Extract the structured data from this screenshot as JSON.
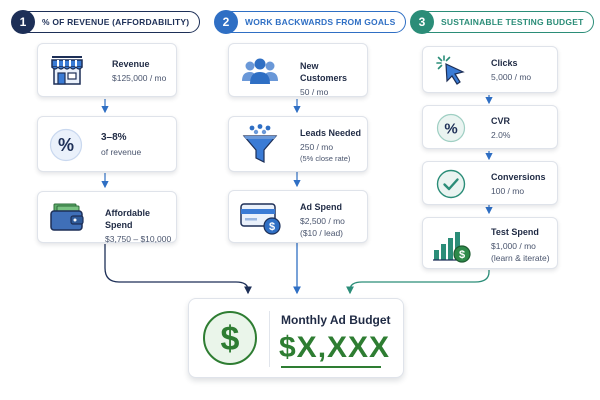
{
  "colors": {
    "navy": "#1d2f57",
    "blue": "#2f6fc4",
    "teal": "#2b8d78",
    "green": "#2e7d32"
  },
  "columns": [
    {
      "number": "1",
      "heading": "% OF REVENUE (AFFORDABILITY)",
      "cards": [
        {
          "icon": "storefront-icon",
          "title": "Revenue",
          "lines": [
            "$125,000 / mo"
          ]
        },
        {
          "icon": "percent-icon",
          "title": "3–8%",
          "lines": [
            "of revenue"
          ]
        },
        {
          "icon": "wallet-icon",
          "title": "Affordable Spend",
          "lines": [
            "$3,750 – $10,000"
          ]
        }
      ]
    },
    {
      "number": "2",
      "heading": "WORK BACKWARDS FROM GOALS",
      "cards": [
        {
          "icon": "people-icon",
          "title": "New Customers",
          "lines": [
            "50 / mo"
          ]
        },
        {
          "icon": "funnel-icon",
          "title": "Leads Needed",
          "lines": [
            "250 / mo",
            "(5% close rate)"
          ]
        },
        {
          "icon": "credit-card-icon",
          "title": "Ad Spend",
          "lines": [
            "$2,500 / mo",
            "($10 / lead)"
          ]
        }
      ]
    },
    {
      "number": "3",
      "heading": "SUSTAINABLE TESTING BUDGET",
      "cards": [
        {
          "icon": "cursor-click-icon",
          "title": "Clicks",
          "lines": [
            "5,000 / mo"
          ]
        },
        {
          "icon": "percent-icon",
          "title": "CVR",
          "lines": [
            "2.0%"
          ]
        },
        {
          "icon": "checkmark-icon",
          "title": "Conversions",
          "lines": [
            "100 / mo"
          ]
        },
        {
          "icon": "bar-chart-icon",
          "title": "Test Spend",
          "lines": [
            "$1,000 / mo",
            "(learn & iterate)"
          ]
        }
      ]
    }
  ],
  "result": {
    "icon": "dollar-icon",
    "title": "Monthly Ad Budget",
    "value": "$X,XXX"
  }
}
